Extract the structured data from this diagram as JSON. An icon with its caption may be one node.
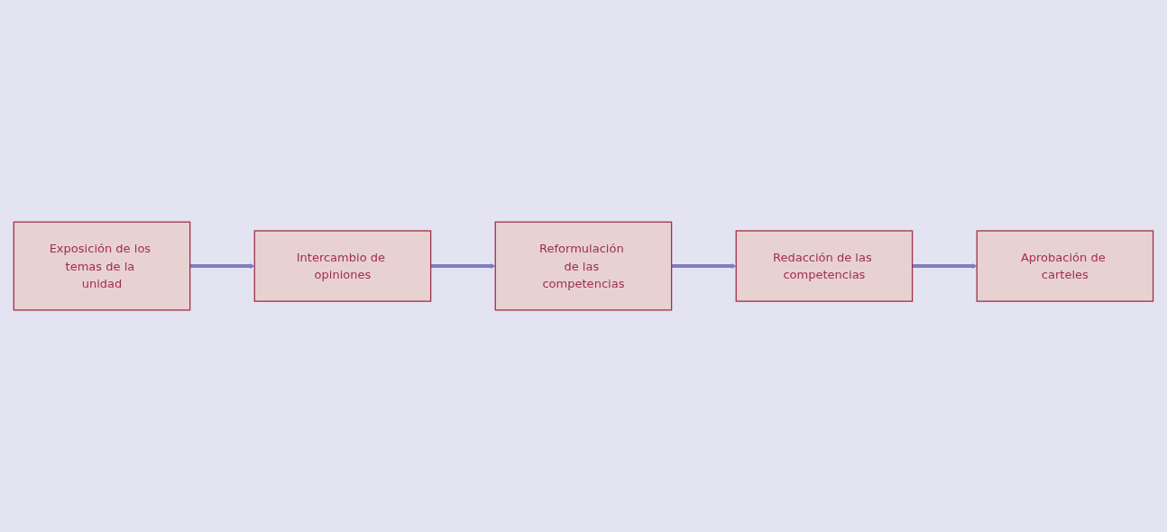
{
  "diagram": {
    "nodes": [
      {
        "text": [
          "Exposición de los temas de la unidad"
        ]
      },
      {
        "text": [
          "Intercambio de opiniones"
        ]
      },
      {
        "text": [
          "Reformulación de las competencias"
        ]
      },
      {
        "text": [
          "Redacción de las competencias"
        ]
      },
      {
        "text": [
          "Aprobación de carteles"
        ]
      }
    ],
    "edges": [
      {
        "from": 0,
        "to": 1,
        "arrow": "to"
      },
      {
        "from": 1,
        "to": 2,
        "arrow": "to"
      },
      {
        "from": 2,
        "to": 3,
        "arrow": "to"
      },
      {
        "from": 3,
        "to": 4,
        "arrow": "to"
      }
    ]
  }
}
